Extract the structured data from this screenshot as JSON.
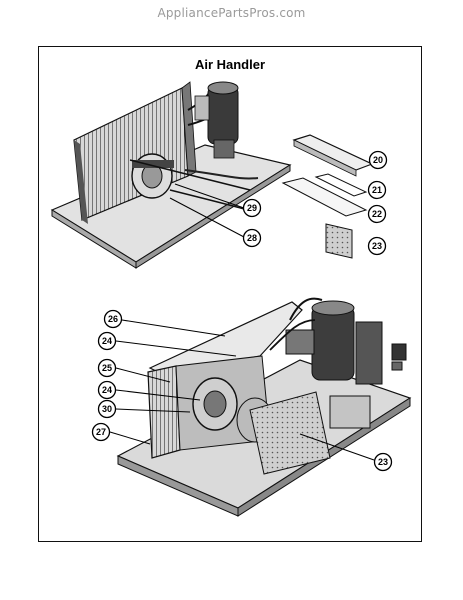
{
  "watermark": "AppliancePartsPros.com",
  "title": "Air Handler",
  "callouts_top": [
    "20",
    "21",
    "22",
    "23",
    "29",
    "28"
  ],
  "callouts_bottom": [
    "26",
    "24",
    "25",
    "24",
    "30",
    "27",
    "23"
  ]
}
